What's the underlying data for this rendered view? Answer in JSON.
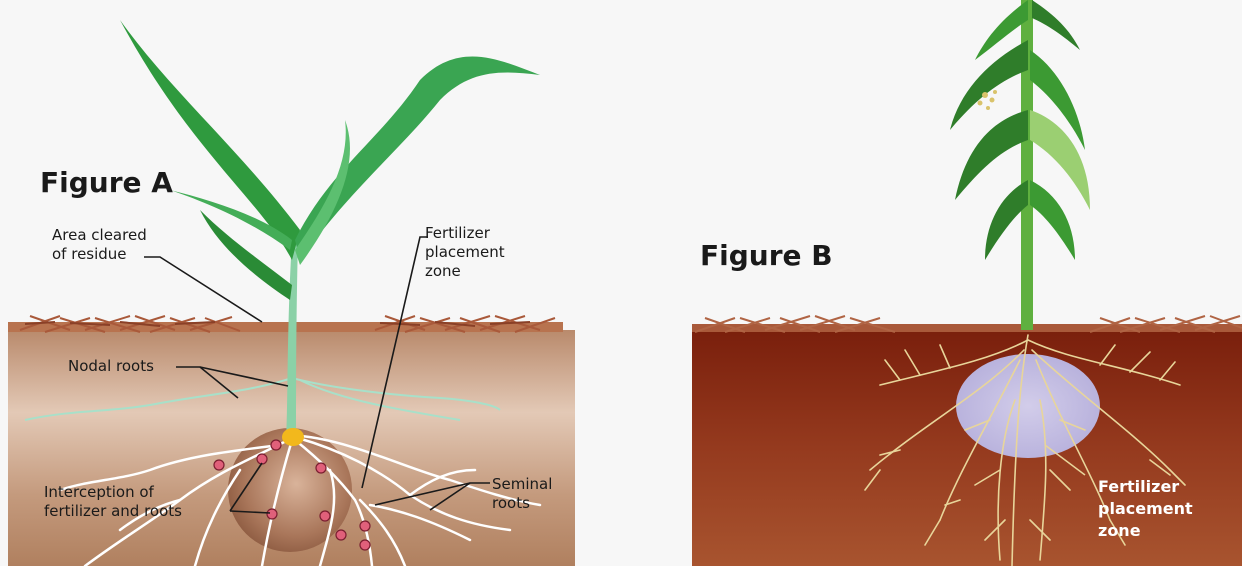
{
  "figure_a": {
    "title": "Figure A",
    "labels": {
      "area_cleared": [
        "Area cleared",
        "of residue"
      ],
      "fertilizer_zone": [
        "Fertilizer",
        "placement",
        "zone"
      ],
      "nodal_roots": [
        "Nodal roots"
      ],
      "interception": [
        "Interception of",
        "fertilizer and roots"
      ],
      "seminal_roots": [
        "Seminal",
        "roots"
      ]
    }
  },
  "figure_b": {
    "title": "Figure B",
    "labels": {
      "fertilizer_zone": [
        "Fertilizer",
        "placement",
        "zone"
      ]
    }
  },
  "colors": {
    "soil_a": "#c9a389",
    "soil_b": "#8b2e16",
    "residue": "#a9593a",
    "leaf": "#2f9a3e",
    "root_a": "#ffffff",
    "root_b": "#e8d59a",
    "placement_zone_b": "#c8c7ef",
    "interception_dot": "#e0607a"
  }
}
